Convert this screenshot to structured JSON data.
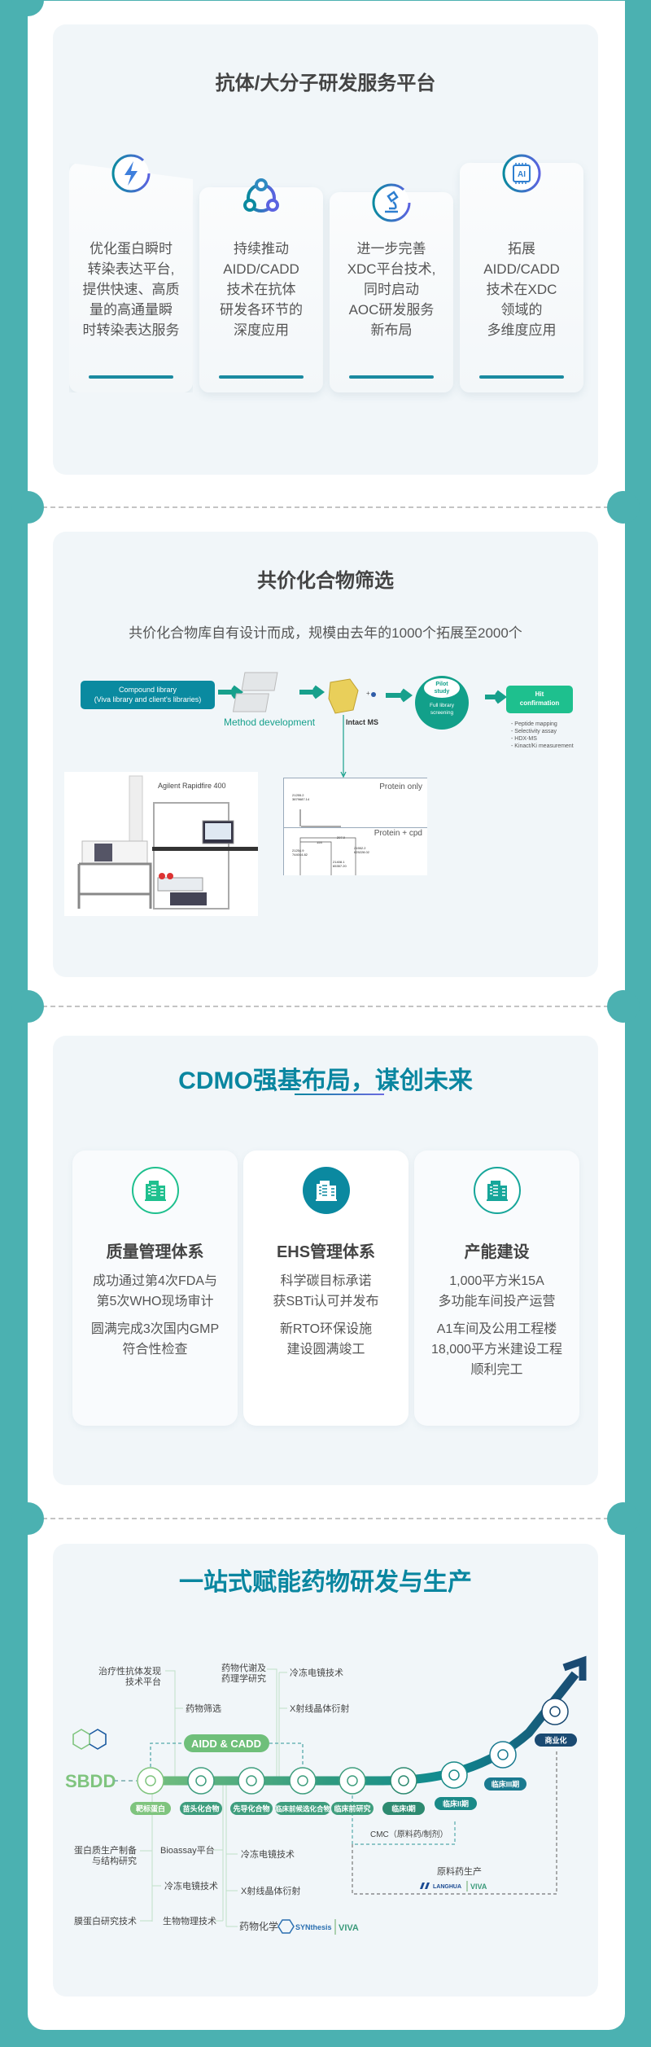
{
  "section1": {
    "title": "抗体/大分子研发服务平台",
    "cards": [
      {
        "icon": "lightning-icon",
        "text": "优化蛋白瞬时\n转染表达平台,\n提供快速、高质\n量的高通量瞬\n时转染表达服务"
      },
      {
        "icon": "network-icon",
        "text": "持续推动\nAIDD/CADD\n技术在抗体\n研发各环节的\n深度应用"
      },
      {
        "icon": "microscope-icon",
        "text": "进一步完善\nXDC平台技术,\n同时启动\nAOC研发服务\n新布局"
      },
      {
        "icon": "ai-chip-icon",
        "ai_label": "AI",
        "text": "拓展\nAIDD/CADD\n技术在XDC\n领域的\n多维度应用"
      }
    ]
  },
  "section2": {
    "title": "共价化合物筛选",
    "subtitle": "共价化合物库自有设计而成，规模由去年的1000个拓展至2000个",
    "compound_library": "Compound library\n(Viva library and client's libraries)",
    "method_development": "Method development",
    "intact_ms": "Intact MS",
    "plus": "+",
    "pilot_study": "Pilot\nstudy",
    "full_library_screening": "Full library\nscreening",
    "hit_confirmation": "Hit\nconfirmation",
    "hit_methods": [
      "Peptide mapping",
      "Selectivity assay",
      "HDX-MS",
      "Kinact/Ki measurement"
    ],
    "instrument_label": "Agilent Rapidfire 400",
    "spectrum": {
      "protein_only": "Protein only",
      "protein_cpd": "Protein + cpd",
      "peak1": "21255.2\n3879687.14",
      "peak2": "21254.9\n744044.82",
      "peak3": "21408.1\n65357.20",
      "peak4": "21552.2\n625228.02",
      "delta1": "153",
      "delta2": "297.0"
    }
  },
  "section3": {
    "title": "CDMO强基布局，谋创未来",
    "cards": [
      {
        "title": "质量管理体系",
        "p1": "成功通过第4次FDA与\n第5次WHO现场审计",
        "p2": "圆满完成3次国内GMP\n符合性检查",
        "color": "#1fc08e"
      },
      {
        "title": "EHS管理体系",
        "p1": "科学碳目标承诺\n获SBTi认可并发布",
        "p2": "新RTO环保设施\n建设圆满竣工",
        "color": "#0b89a0"
      },
      {
        "title": "产能建设",
        "p1": "1,000平方米15A\n多功能车间投产运营",
        "p2": "A1车间及公用工程楼\n18,000平方米建设工程\n顺利完工",
        "color": "#17a69a"
      }
    ]
  },
  "section4": {
    "title": "一站式赋能药物研发与生产",
    "sbdd": "SBDD",
    "aidd_cadd": "AIDD & CADD",
    "stages": [
      "靶标蛋白",
      "苗头化合物",
      "先导化合物",
      "临床前候选化合物",
      "临床前研究",
      "临床I期",
      "临床II期",
      "临床III期",
      "商业化"
    ],
    "upper_labels": [
      "治疗性抗体发现",
      "技术平台",
      "药物筛选",
      "药物代谢及",
      "药理学研究",
      "冷冻电镜技术",
      "X射线晶体衍射"
    ],
    "lower_labels": [
      "蛋白质生产制备",
      "与结构研究",
      "冷冻电镜技术",
      "膜蛋白研究技术",
      "Bioassay平台",
      "生物物理技术",
      "冷冻电镜技术",
      "X射线晶体衍射",
      "药物化学"
    ],
    "cmc": "CMC（原料药/制剂）",
    "api_production": "原料药生产",
    "logos": {
      "synthesis": "SYNthesis",
      "viva": "VIVA",
      "langhua": "LANGHUA"
    }
  }
}
